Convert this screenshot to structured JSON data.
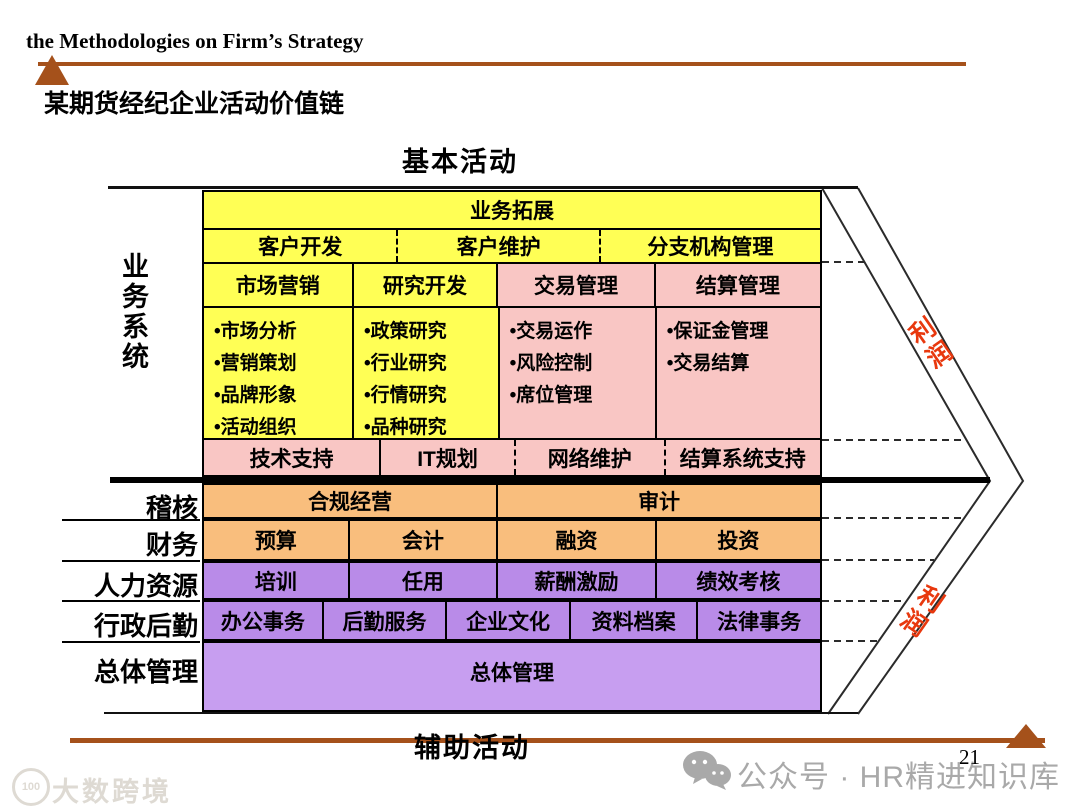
{
  "header": {
    "title": "the Methodologies on Firm’s Strategy"
  },
  "slide": {
    "title": "某期货经纪企业活动价值链",
    "top_axis_label": "基本活动",
    "bottom_axis_label": "辅助活动",
    "page_number": "21"
  },
  "left_labels": {
    "business_system": "业务系统",
    "audit": "稽核",
    "finance": "财务",
    "hr": "人力资源",
    "admin": "行政后勤",
    "general": "总体管理"
  },
  "chain": {
    "business_expansion": "业务拓展",
    "expansion_items": [
      "客户开发",
      "客户维护",
      "分支机构管理"
    ],
    "primary_headers": [
      "市场营销",
      "研究开发",
      "交易管理",
      "结算管理"
    ],
    "primary_details": [
      {
        "items": [
          "•市场分析",
          "•营销策划",
          "•品牌形象",
          "•活动组织"
        ]
      },
      {
        "items": [
          "•政策研究",
          "•行业研究",
          "•行情研究",
          "•品种研究"
        ]
      },
      {
        "items": [
          "•交易运作",
          "•风险控制",
          "•席位管理"
        ]
      },
      {
        "items": [
          "•保证金管理",
          "•交易结算"
        ]
      }
    ],
    "tech_row": [
      "技术支持",
      "IT规划",
      "网络维护",
      "结算系统支持"
    ],
    "audit_row": [
      "合规经营",
      "审计"
    ],
    "finance_row": [
      "预算",
      "会计",
      "融资",
      "投资"
    ],
    "hr_row": [
      "培训",
      "任用",
      "薪酬激励",
      "绩效考核"
    ],
    "admin_row": [
      "办公事务",
      "后勤服务",
      "企业文化",
      "资料档案",
      "法律事务"
    ],
    "general_row": "总体管理",
    "profit_top": "利润",
    "profit_bottom": "利润"
  },
  "watermarks": {
    "wechat": "公众号 · HR精进知识库",
    "brand": "大数跨境",
    "brand_logo": "100"
  },
  "colors": {
    "primary_yellow": "#ffff55",
    "primary_pink": "#f9c6c4",
    "support_orange": "#f9be7d",
    "support_purple": "#b98be8",
    "rule_brown": "#a5511b",
    "profit_red": "#e8380e",
    "watermark_gray": "#a9a9a9"
  }
}
